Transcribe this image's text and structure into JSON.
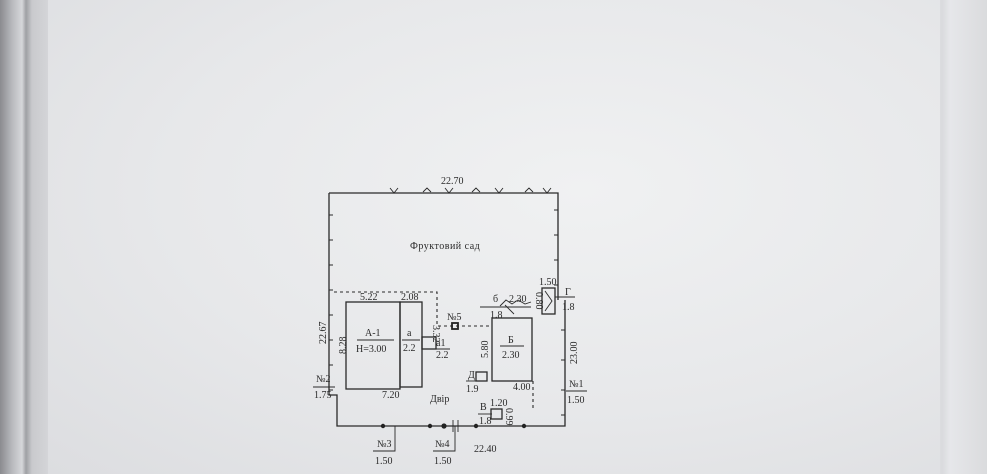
{
  "plan": {
    "top_dimension": "22.70",
    "garden_label": "Фруктовий сад",
    "left_dimension": "22.67",
    "right_dimension": "23.00",
    "bottom_dimension": "22.40",
    "yard_label": "Двір",
    "building_a": {
      "name": "А-1",
      "height": "Н=3.00",
      "width_top": "5.22",
      "depth": "8.28",
      "width_bottom": "7.20"
    },
    "extension_a": {
      "name": "а",
      "value": "2.2",
      "width": "2.08",
      "depth": "3.32"
    },
    "porch_a1": {
      "name": "а1",
      "value": "2.2"
    },
    "building_b": {
      "name": "Б",
      "value": "2.30",
      "depth": "5.80",
      "width": "4.00"
    },
    "porch_b": {
      "name": "б",
      "width": "2.30",
      "value": "1.8"
    },
    "building_g": {
      "name": "Г",
      "value": "1.8",
      "width": "1.50",
      "depth": "0.80"
    },
    "building_d": {
      "name": "Д",
      "value": "1.9"
    },
    "building_v": {
      "name": "В",
      "value": "1.8",
      "width": "1.20",
      "depth": "0.99"
    },
    "fences": [
      {
        "num": "№1",
        "height": "1.50"
      },
      {
        "num": "№2",
        "height": "1.75"
      },
      {
        "num": "№3",
        "height": "1.50"
      },
      {
        "num": "№4",
        "height": "1.50"
      },
      {
        "num": "№5",
        "height": ""
      }
    ]
  }
}
